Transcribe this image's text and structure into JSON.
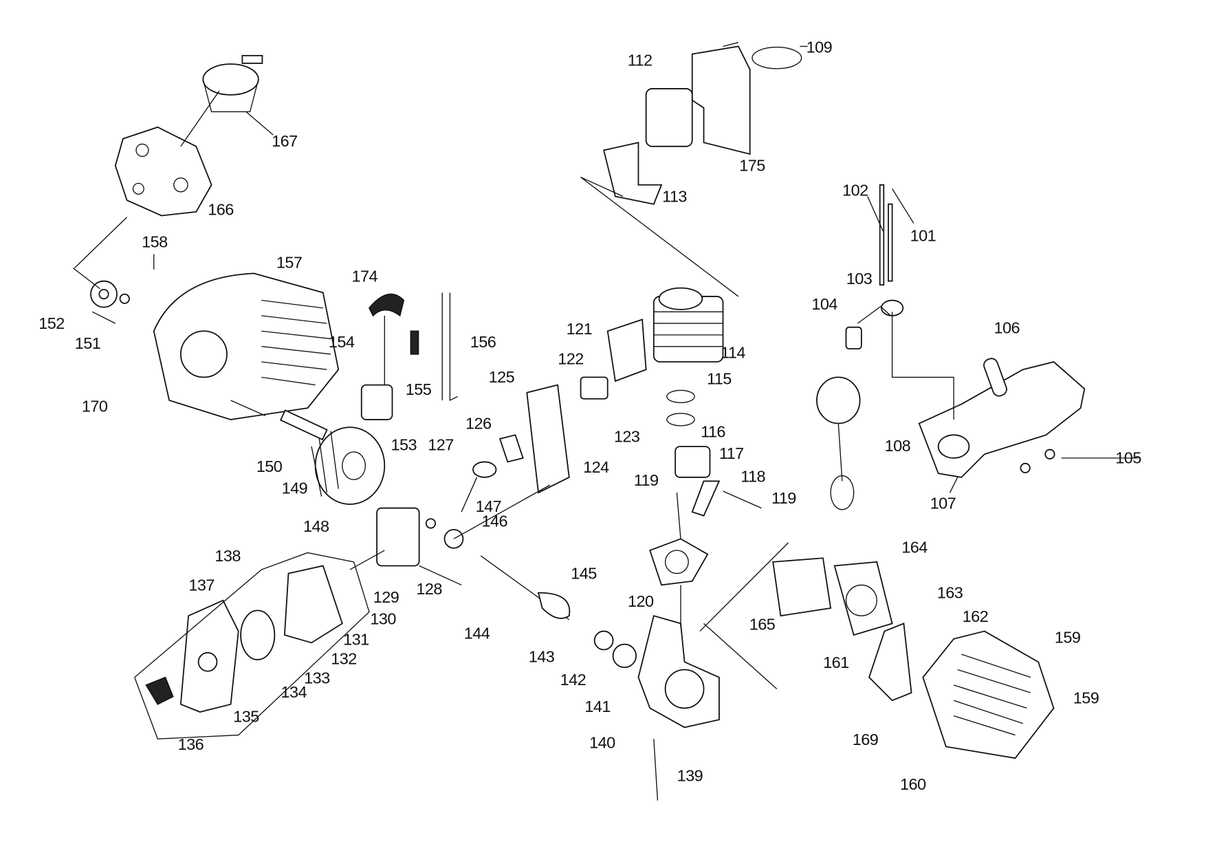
{
  "diagram": {
    "type": "exploded parts diagram",
    "part_labels": [
      "109",
      "112",
      "175",
      "113",
      "102",
      "101",
      "167",
      "166",
      "158",
      "157",
      "174",
      "156",
      "152",
      "151",
      "121",
      "114",
      "103",
      "104",
      "106",
      "154",
      "155",
      "122",
      "115",
      "170",
      "125",
      "116",
      "123",
      "108",
      "105",
      "153",
      "126",
      "127",
      "117",
      "150",
      "124",
      "118",
      "119",
      "119",
      "107",
      "149",
      "147",
      "146",
      "148",
      "138",
      "164",
      "145",
      "163",
      "137",
      "129",
      "128",
      "120",
      "162",
      "130",
      "165",
      "159",
      "131",
      "144",
      "143",
      "132",
      "161",
      "142",
      "133",
      "134",
      "135",
      "141",
      "159",
      "140",
      "169",
      "136",
      "139",
      "160"
    ]
  }
}
